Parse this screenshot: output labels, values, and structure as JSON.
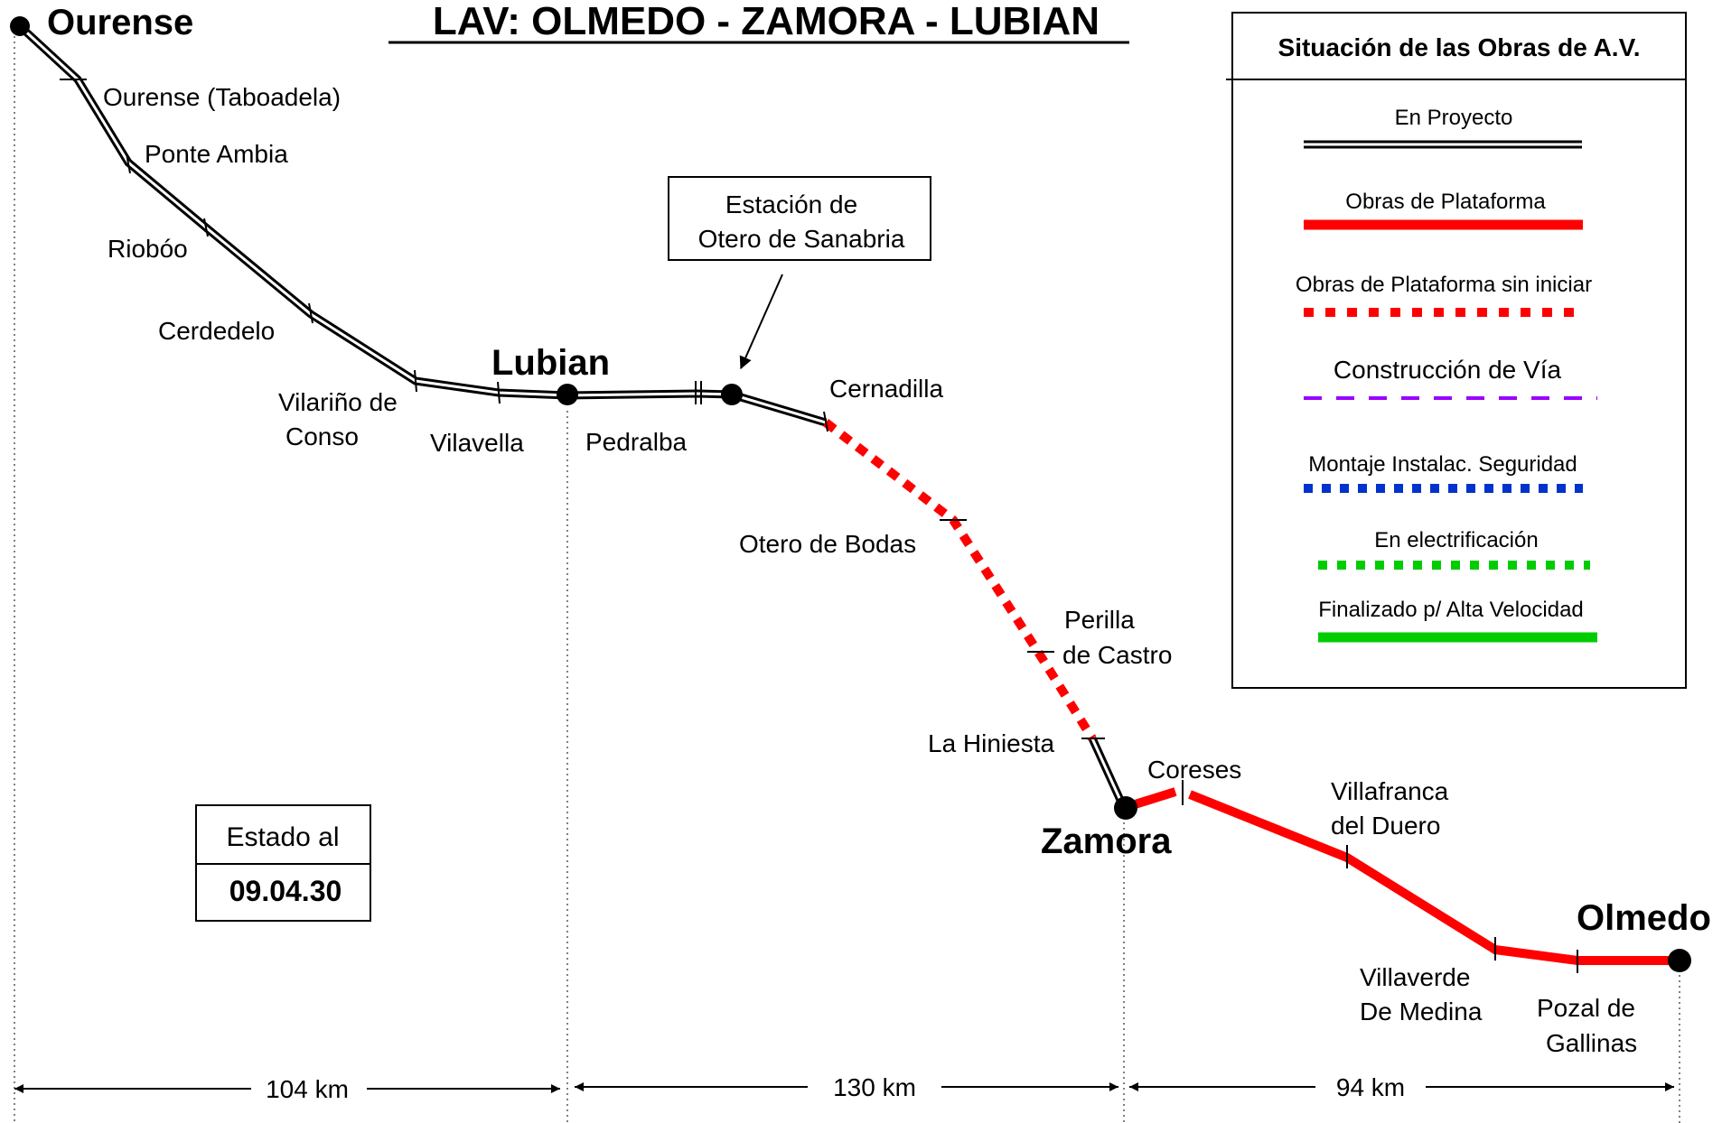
{
  "title": "LAV: OLMEDO - ZAMORA - LUBIAN",
  "colors": {
    "proyecto": "#000000",
    "plataforma": "#ff0000",
    "via": "#9900ff",
    "seguridad": "#0033cc",
    "electrificacion": "#00cc00",
    "finalizado": "#00cc00"
  },
  "cities": {
    "ourense": "Ourense",
    "lubian": "Lubian",
    "zamora": "Zamora",
    "olmedo": "Olmedo"
  },
  "stations": {
    "taboadela": "Ourense (Taboadela)",
    "ponte_ambia": "Ponte Ambia",
    "rioboo": "Riobóo",
    "cerdedelo": "Cerdedelo",
    "vilarino_1": "Vilariño de",
    "vilarino_2": "Conso",
    "vilavella": "Vilavella",
    "pedralba": "Pedralba",
    "cernadilla": "Cernadilla",
    "otero_bodas": "Otero de Bodas",
    "perilla_1": "Perilla",
    "perilla_2": "de Castro",
    "hiniesta": "La Hiniesta",
    "coreses": "Coreses",
    "villafranca_1": "Villafranca",
    "villafranca_2": "del Duero",
    "villaverde_1": "Villaverde",
    "villaverde_2": "De Medina",
    "pozal_1": "Pozal de",
    "pozal_2": "Gallinas"
  },
  "callout": {
    "line1": "Estación de",
    "line2": "Otero de Sanabria"
  },
  "legend": {
    "title": "Situación de las Obras de A.V.",
    "items": [
      "En Proyecto",
      "Obras de Plataforma",
      "Obras de Plataforma sin iniciar",
      "Construcción de Vía",
      "Montaje Instalac. Seguridad",
      "En electrificación",
      "Finalizado p/ Alta Velocidad"
    ]
  },
  "status": {
    "label": "Estado al",
    "date": "09.04.30"
  },
  "distances": {
    "ourense_lubian": "104 km",
    "lubian_zamora": "130 km",
    "zamora_olmedo": "94 km"
  }
}
